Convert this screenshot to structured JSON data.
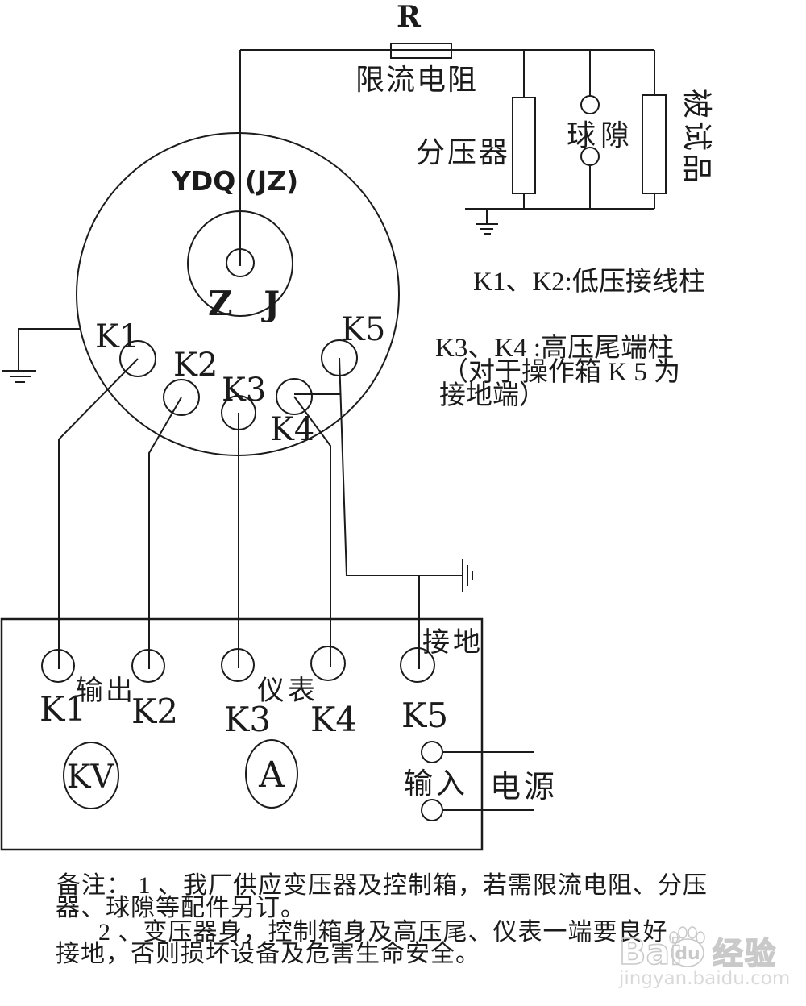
{
  "colors": {
    "line": "#1b1b1b",
    "background": "#ffffff",
    "watermark_outline": "#c9c9c9",
    "watermark_url": "#d9d9d9"
  },
  "top_circuit": {
    "r_label": "R",
    "limit_resistor_label": "限流电阻",
    "divider_label": "分压器",
    "ball_gap_label": "球隙",
    "test_object_label": "被试品"
  },
  "transformer": {
    "model_label": "YDQ (JZ)",
    "zj_label": "Z J",
    "terminals": [
      "K1",
      "K2",
      "K3",
      "K4",
      "K5"
    ]
  },
  "annotations": {
    "low_voltage": "K1、K2:低压接线柱",
    "high_voltage_1": "K3、K4 :高压尾端柱",
    "high_voltage_2": "（对于操作箱 K 5 为",
    "high_voltage_3": "接地端）"
  },
  "control_box": {
    "output_label": "输出",
    "meter_label": "仪表",
    "ground_label": "接地",
    "terminals": [
      "K1",
      "K2",
      "K3",
      "K4",
      "K5"
    ],
    "kv_meter_label": "KV",
    "ammeter_label": "A",
    "input_label": "输入",
    "power_label": "电源"
  },
  "notes": {
    "line1": "备注： 1 、我厂供应变压器及控制箱，若需限流电阻、分压",
    "line2": "器、球隙等配件另订。",
    "line3": "2 、变压器身，控制箱身及高压尾、仪表一端要良好",
    "line4": "接地，否则损坏设备及危害生命安全。"
  },
  "watermark": {
    "brand_left": "Bai",
    "brand_right": "du",
    "suffix": "经验",
    "url": "jingyan.baidu.com"
  }
}
